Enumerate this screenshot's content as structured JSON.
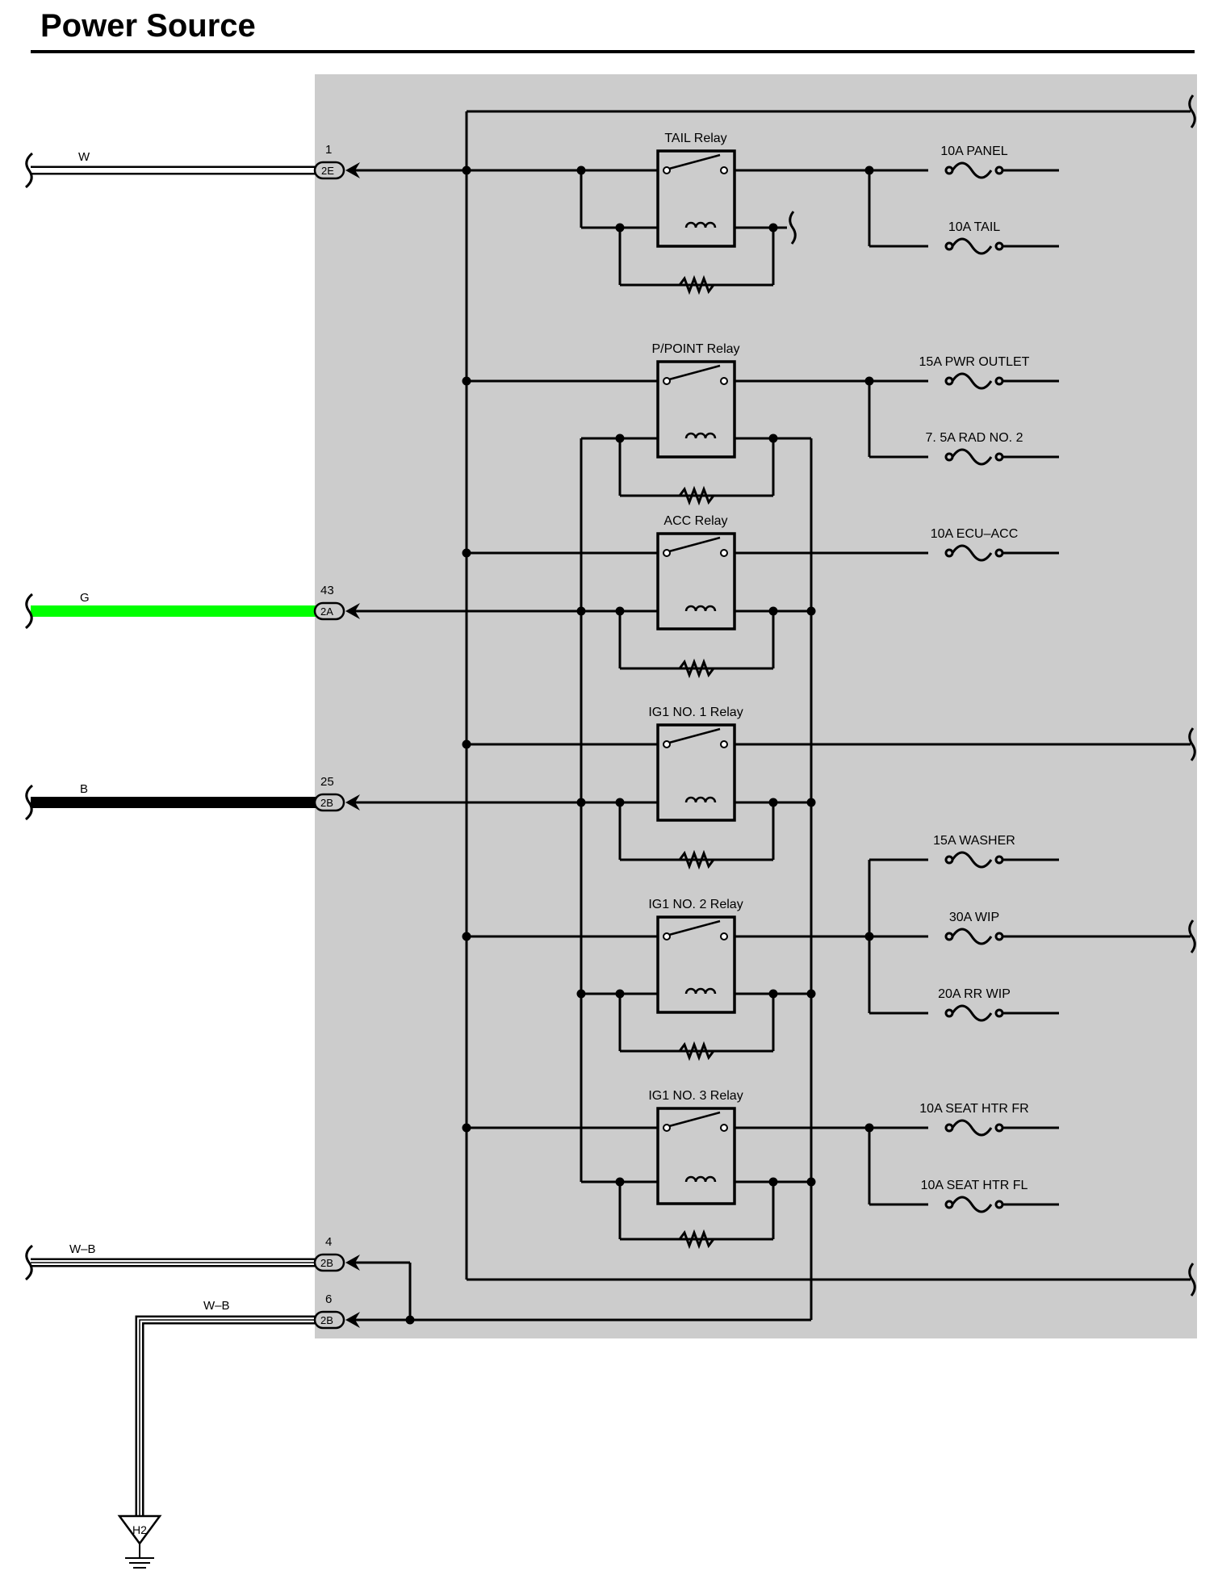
{
  "page": {
    "title": "Power Source"
  },
  "colors": {
    "panel": "#cccccc",
    "wire_green": "#00ff00",
    "wire_black": "#000000",
    "wire_white": "#ffffff"
  },
  "wires": [
    {
      "color_code": "W",
      "pin": "1",
      "connector": "2E"
    },
    {
      "color_code": "G",
      "pin": "43",
      "connector": "2A"
    },
    {
      "color_code": "B",
      "pin": "25",
      "connector": "2B"
    },
    {
      "color_code": "W–B",
      "pin": "4",
      "connector": "2B"
    },
    {
      "color_code": "W–B",
      "pin": "6",
      "connector": "2B"
    }
  ],
  "relays": [
    "TAIL Relay",
    "P/POINT Relay",
    "ACC Relay",
    "IG1 NO. 1 Relay",
    "IG1 NO. 2 Relay",
    "IG1 NO. 3 Relay"
  ],
  "fuses": [
    "10A PANEL",
    "10A TAIL",
    "15A PWR OUTLET",
    "7. 5A RAD NO. 2",
    "10A ECU–ACC",
    "15A WASHER",
    "30A WIP",
    "20A RR WIP",
    "10A SEAT HTR FR",
    "10A SEAT HTR FL"
  ],
  "ground": {
    "label": "H2"
  }
}
